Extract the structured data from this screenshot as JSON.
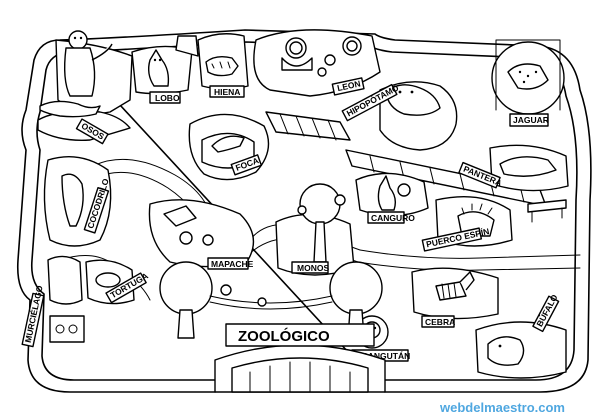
{
  "map": {
    "title": "ZOOLÓGICO",
    "watermark": "webdelmaestro.com",
    "watermark_color": "#4fa7e0",
    "signs": [
      {
        "id": "osos",
        "label": "OSOS"
      },
      {
        "id": "lobo",
        "label": "LOBO"
      },
      {
        "id": "hiena",
        "label": "HIENA"
      },
      {
        "id": "leon",
        "label": "LEON"
      },
      {
        "id": "hipopotamo",
        "label": "HIPOPÓTAMO"
      },
      {
        "id": "jaguar",
        "label": "JAGUAR"
      },
      {
        "id": "foca",
        "label": "FOCA"
      },
      {
        "id": "pantera",
        "label": "PANTERA"
      },
      {
        "id": "cocodrilo",
        "label": "COCODRILO"
      },
      {
        "id": "canguro",
        "label": "CANGURO"
      },
      {
        "id": "puerco-espin",
        "label": "PUERCO ESPÍN"
      },
      {
        "id": "mapache",
        "label": "MAPACHE"
      },
      {
        "id": "monos",
        "label": "MONOS"
      },
      {
        "id": "murcielago",
        "label": "MURCIÉLAGO"
      },
      {
        "id": "tortuga",
        "label": "TORTUGA"
      },
      {
        "id": "cebra",
        "label": "CEBRA"
      },
      {
        "id": "bufalo",
        "label": "BÚFALO"
      },
      {
        "id": "orangutan",
        "label": "ORANGUTÁN"
      }
    ]
  }
}
